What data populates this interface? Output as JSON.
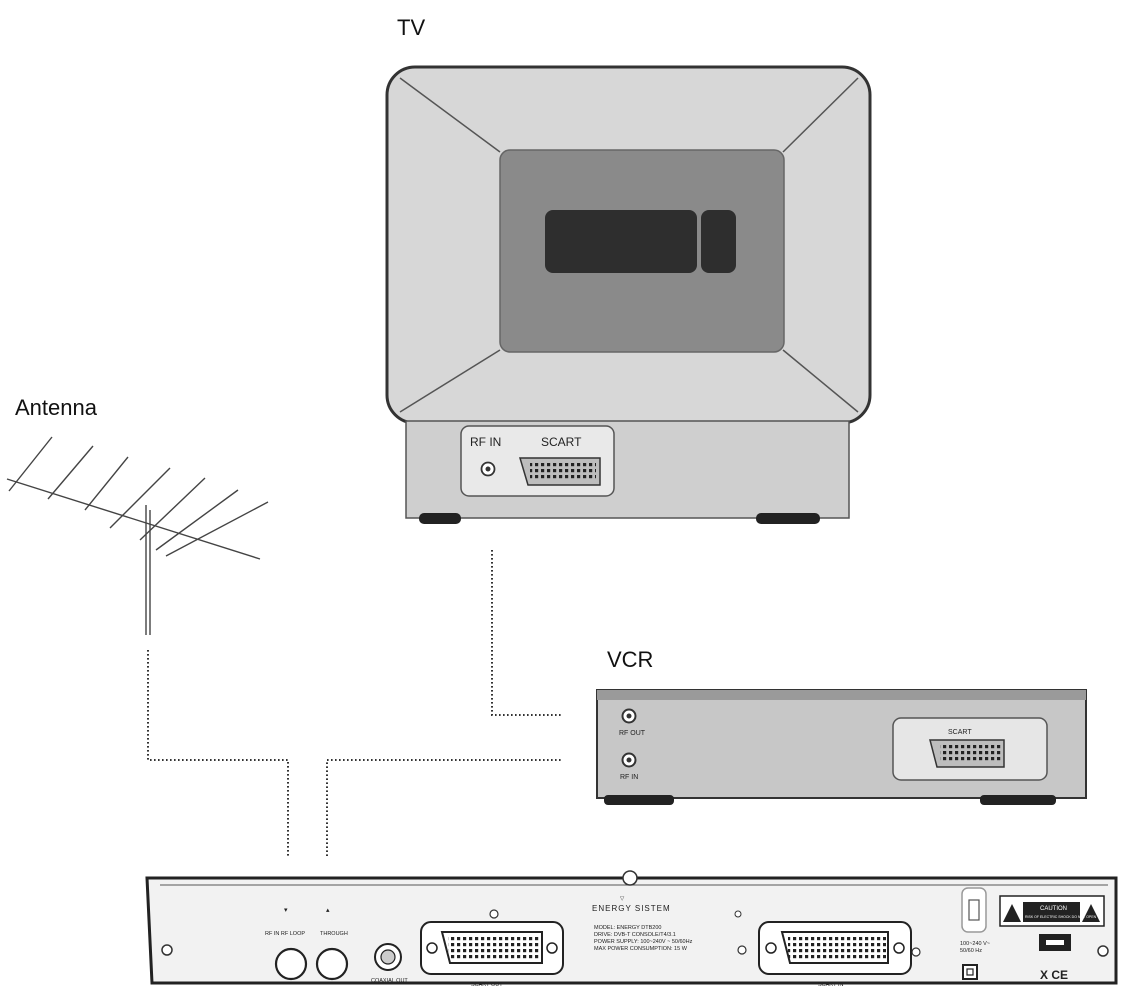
{
  "labels": {
    "tv": "TV",
    "antenna": "Antenna",
    "vcr": "VCR"
  },
  "tv_panel": {
    "rf_in": "RF IN",
    "scart": "SCART"
  },
  "vcr_panel": {
    "rf_out": "RF OUT",
    "rf_in": "RF IN",
    "scart": "SCART"
  },
  "receiver_panel": {
    "rf_in_loop": "RF IN RF LOOP",
    "through": "THROUGH",
    "coaxial_out": "COAXIAL OUT",
    "scart_out": "SCART OUT",
    "scart_in": "SCART IN",
    "brand": "ENERGY SISTEM",
    "spec_lines": [
      "MODEL: ENERGY DTB200",
      "DRIVE: DVB-T CONSOLE/T4/3.1",
      "POWER SUPPLY: 100~240V ~ 50/60Hz",
      "MAX POWER CONSUMPTION: 15 W"
    ],
    "power_spec_lines": [
      "100~240 V~",
      "50/60 Hz"
    ],
    "caution": "CAUTION",
    "caution_sub": "RISK OF ELECTRIC SHOCK DO NOT OPEN",
    "cert_marks": "X CE"
  },
  "colors": {
    "device_light": "#e4e4e4",
    "device_mid": "#c8c8c8",
    "device_dark": "#8a8a8a",
    "outline": "#333333",
    "wire": "#333333"
  }
}
